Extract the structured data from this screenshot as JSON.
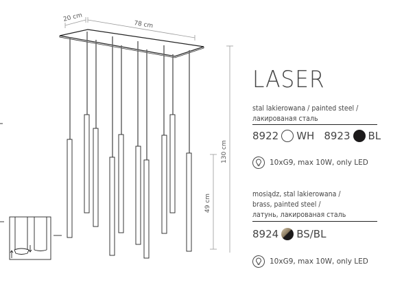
{
  "product": {
    "name": "LASER"
  },
  "dimensions": {
    "depth": "20 cm",
    "width": "78 cm",
    "height_total": "130 cm",
    "height_tube": "49 cm"
  },
  "variant_group_1": {
    "material_lines": [
      "stal lakierowana / painted steel /",
      "лакированая сталь"
    ],
    "variants": [
      {
        "code": "8922",
        "color_code": "WH",
        "swatch": "#ffffff"
      },
      {
        "code": "8923",
        "color_code": "BL",
        "swatch": "#1c1a1b"
      }
    ],
    "spec": {
      "icon": "bulb-icon",
      "text": "10xG9, max 10W, only LED"
    }
  },
  "variant_group_2": {
    "material_lines": [
      "mosiądz, stal lakierowana /",
      "brass, painted steel /",
      "латунь, лакированая сталь"
    ],
    "variants": [
      {
        "code": "8924",
        "color_code": "BS/BL",
        "swatch": "#b8a888"
      }
    ],
    "spec": {
      "icon": "bulb-icon",
      "text": "10xG9, max 10W, only LED"
    }
  }
}
